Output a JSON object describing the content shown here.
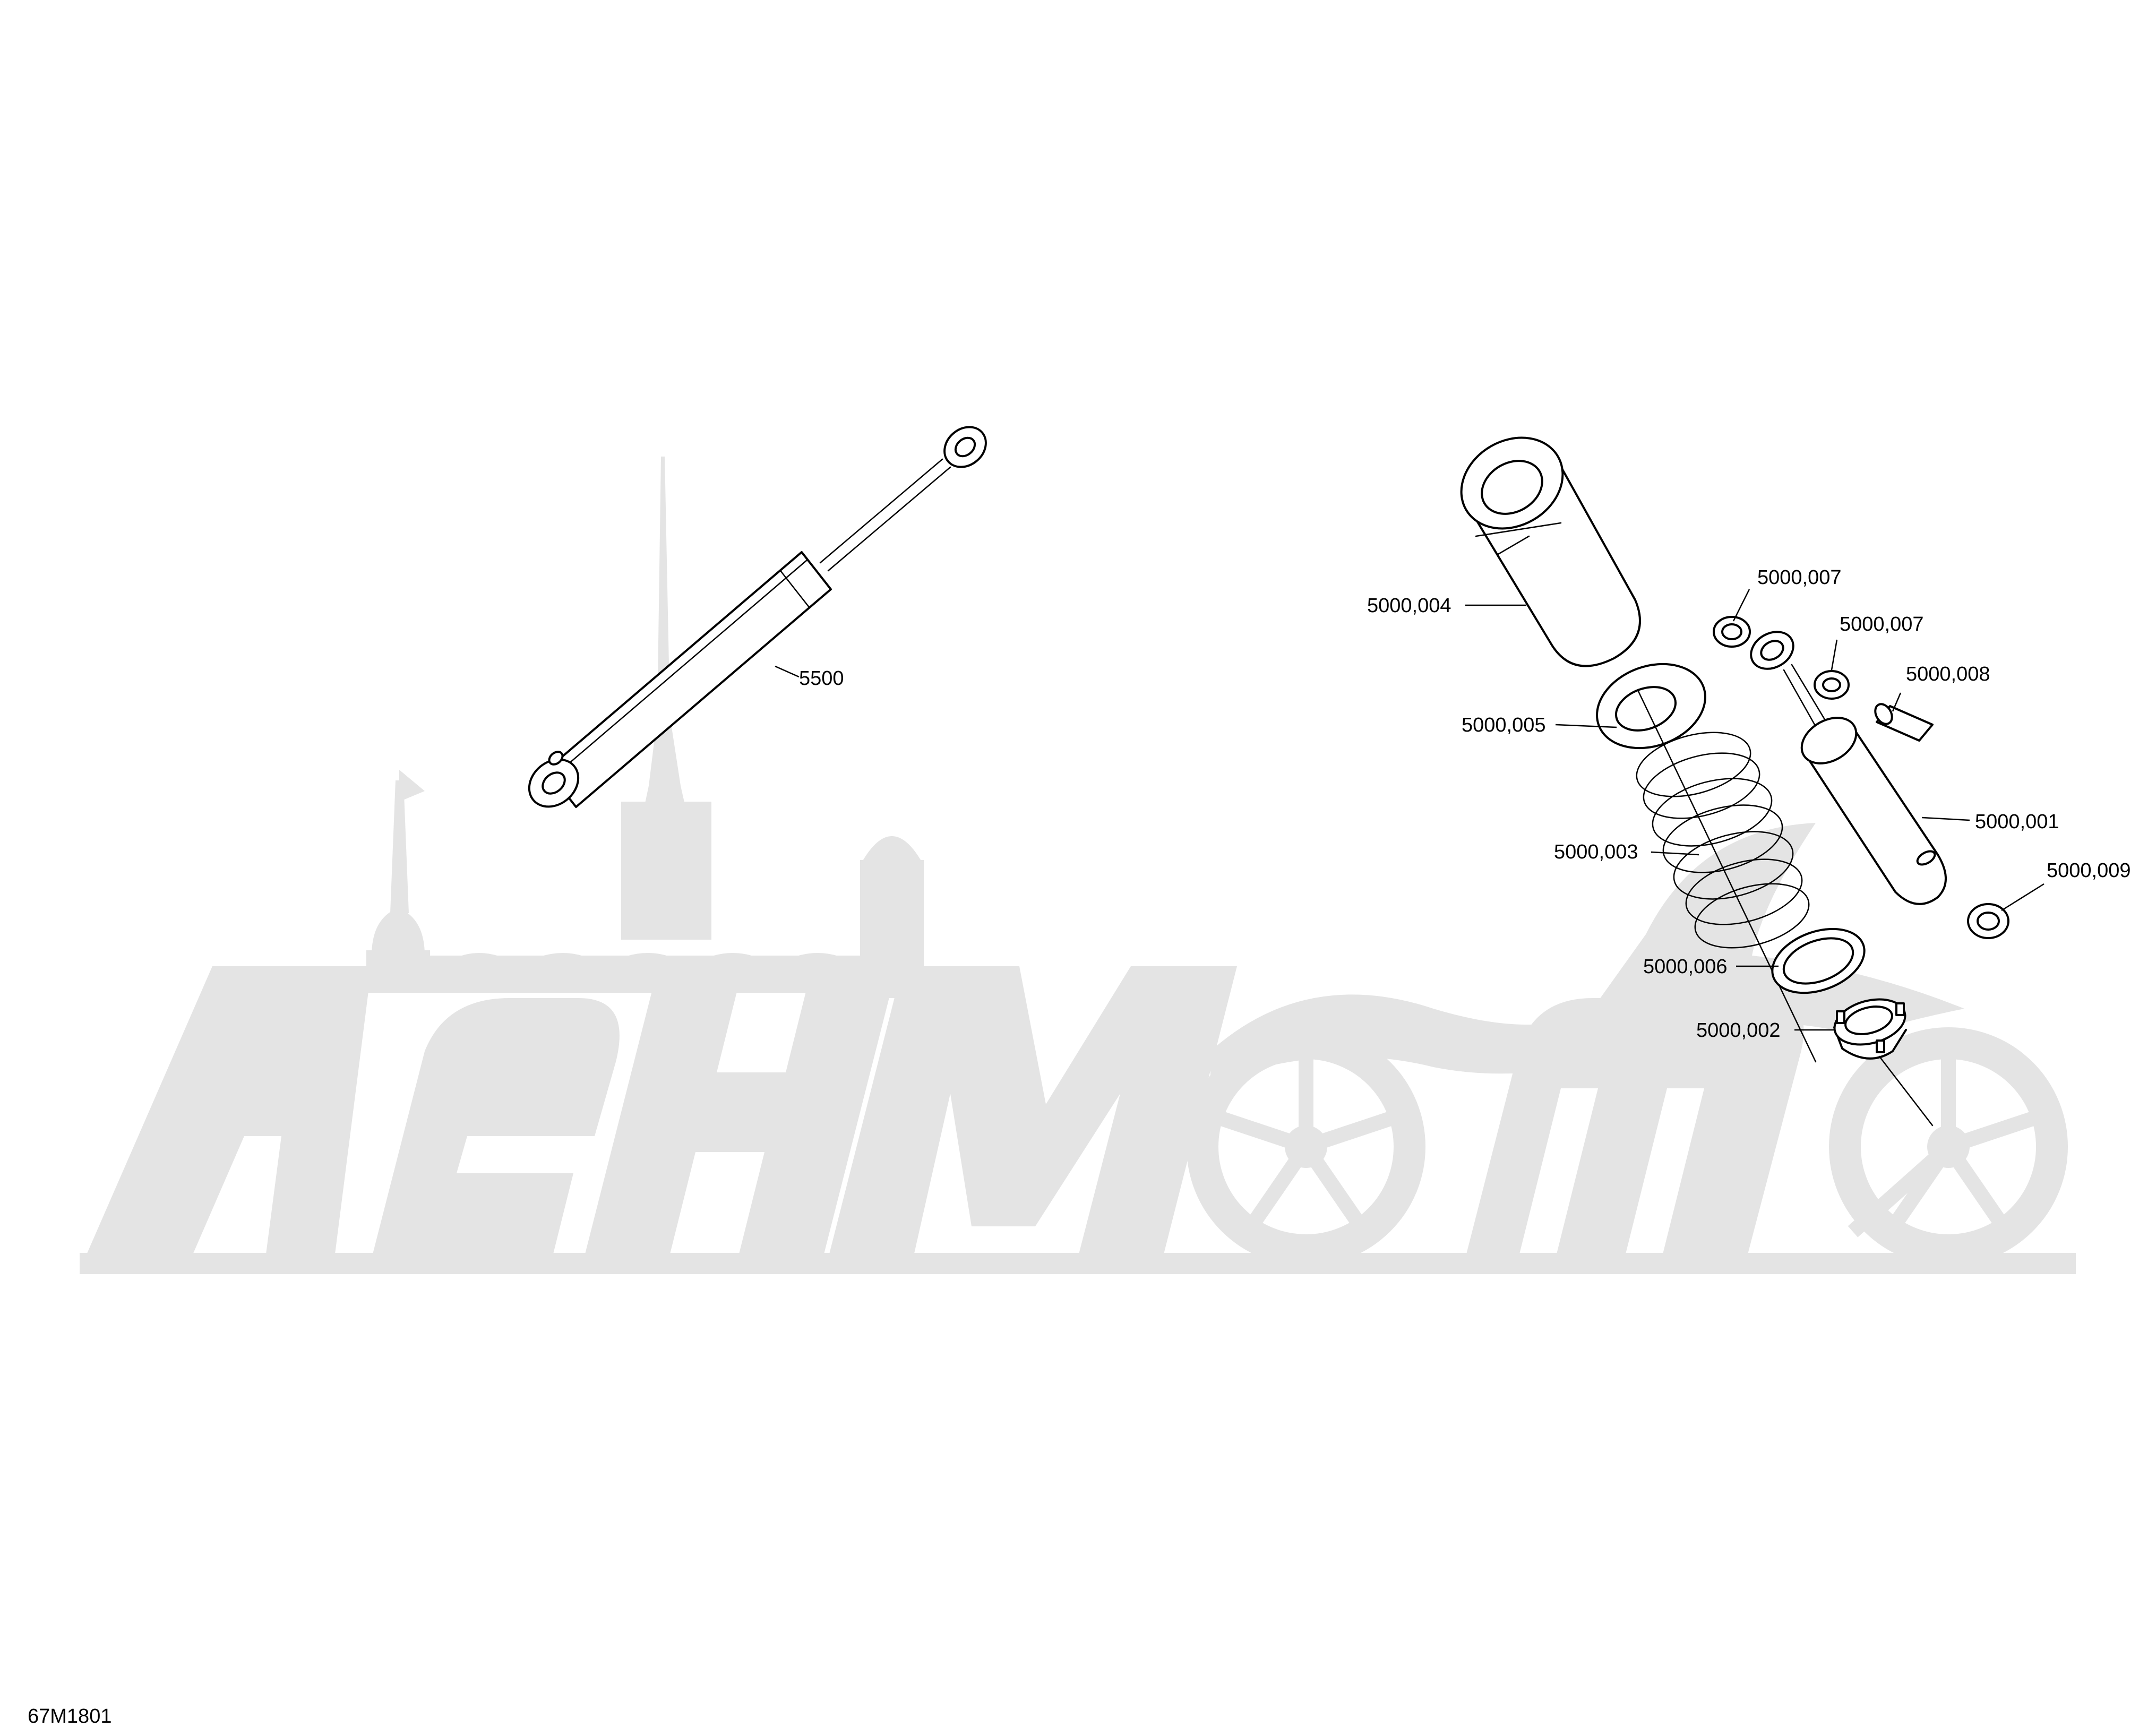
{
  "diagram": {
    "drawing_code": "67M1801",
    "watermark_logo_text": "ЛенМото",
    "callouts": [
      {
        "id": "5500",
        "label": "5500"
      },
      {
        "id": "5000-004",
        "label": "5000,004"
      },
      {
        "id": "5000-005",
        "label": "5000,005"
      },
      {
        "id": "5000-003",
        "label": "5000,003"
      },
      {
        "id": "5000-006",
        "label": "5000,006"
      },
      {
        "id": "5000-002",
        "label": "5000,002"
      },
      {
        "id": "5000-007-a",
        "label": "5000,007"
      },
      {
        "id": "5000-007-b",
        "label": "5000,007"
      },
      {
        "id": "5000-008",
        "label": "5000,008"
      },
      {
        "id": "5000-001",
        "label": "5000,001"
      },
      {
        "id": "5000-009",
        "label": "5000,009"
      }
    ]
  }
}
